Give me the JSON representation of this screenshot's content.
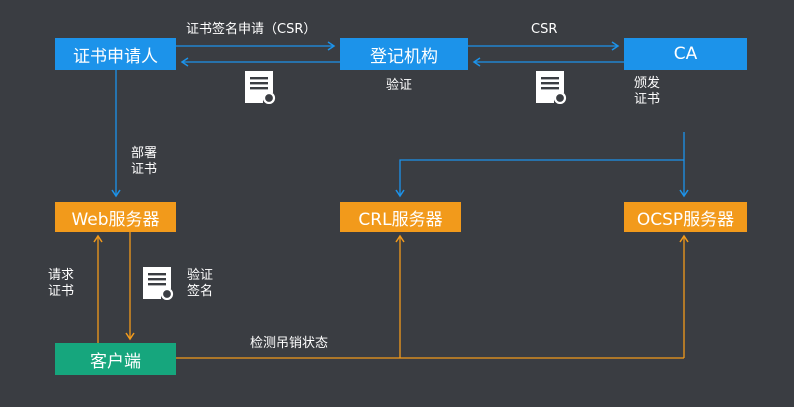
{
  "nodes": {
    "applicant": "证书申请人",
    "ra": "登记机构",
    "ca": "CA",
    "web": "Web服务器",
    "crl": "CRL服务器",
    "ocsp": "OCSP服务器",
    "client": "客户端"
  },
  "edges": {
    "applicant_to_ra": "证书签名申请（CSR）",
    "ra_to_ca": "CSR",
    "verify": "验证",
    "issue": "颁发\n证书",
    "deploy": "部署\n证书",
    "request": "请求\n证书",
    "verify_sign": "验证\n签名",
    "check_revocation": "检测吊销状态"
  },
  "icons": [
    "certificate-icon",
    "certificate-icon",
    "certificate-icon"
  ],
  "colors": {
    "background": "#3a3d42",
    "blue": "#1c93ea",
    "orange": "#f29a1b",
    "green": "#16a67d"
  }
}
